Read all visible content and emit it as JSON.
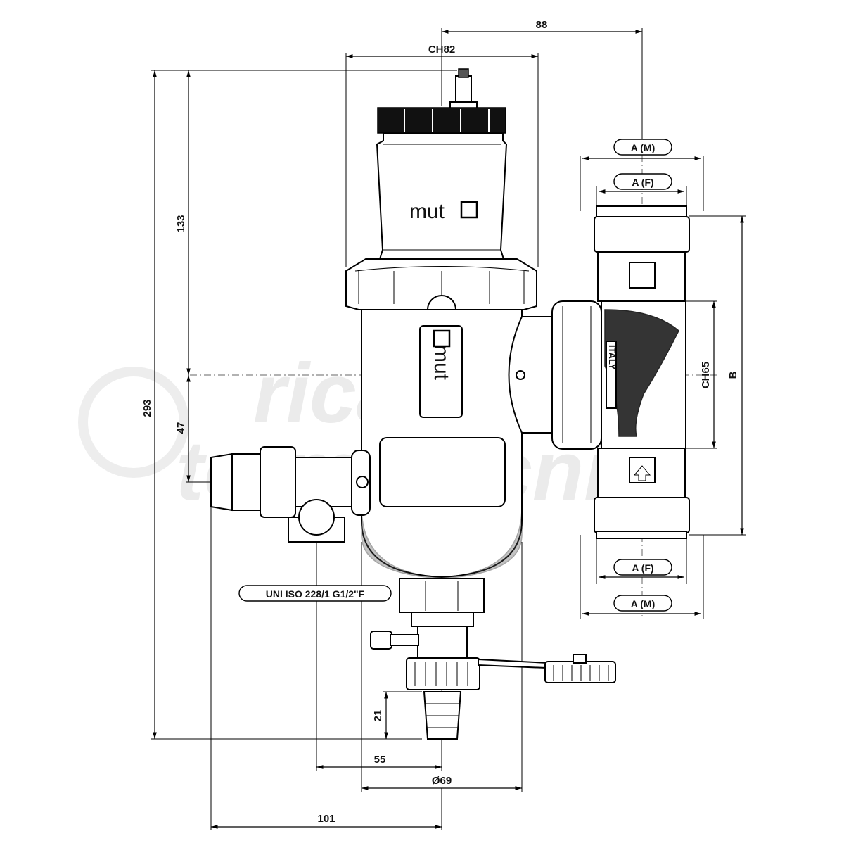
{
  "diagram": {
    "dimensions": {
      "d88": "88",
      "ch82": "CH82",
      "d133": "133",
      "d293": "293",
      "d47": "47",
      "ch65": "CH65",
      "b": "B",
      "d21": "21",
      "d55": "55",
      "d69": "Ø69",
      "d101": "101"
    },
    "connection_tags": {
      "a_m_top": "A (M)",
      "a_f_top": "A (F)",
      "a_f_bottom": "A (F)",
      "a_m_bottom": "A (M)",
      "drain_thread": "UNI ISO 228/1 G1/2\"F"
    },
    "brand": {
      "logo_cap": "mut",
      "logo_body": "mut",
      "valve_logo": "ITALY"
    },
    "watermark": {
      "line1": "ricambi",
      "line2": "termotecnici"
    }
  }
}
